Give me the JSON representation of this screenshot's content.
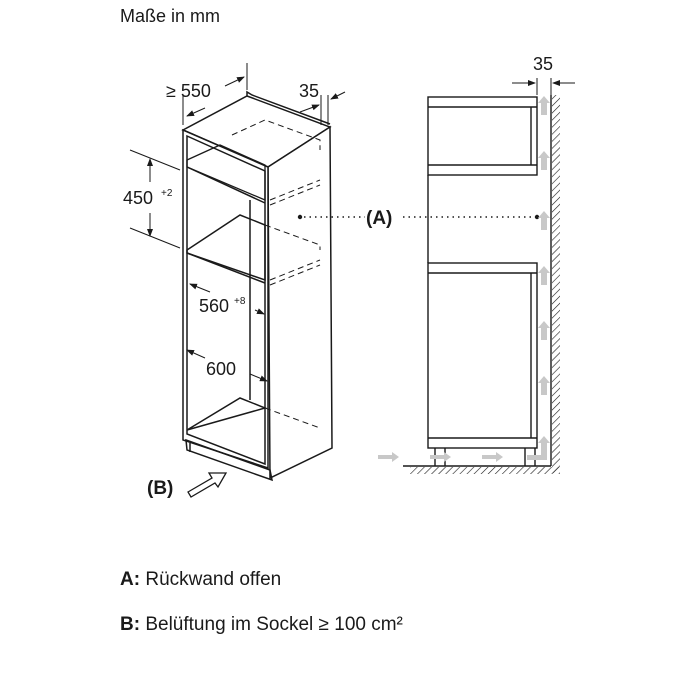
{
  "title": "Maße in mm",
  "dimensions": {
    "depth": "≥ 550",
    "gap_top": "35",
    "niche_height": "450",
    "niche_height_tol": "+2",
    "inner_width": "560",
    "inner_width_tol": "+8",
    "outer_width": "600",
    "gap_side": "35"
  },
  "markers": {
    "a": "(A)",
    "b": "(B)"
  },
  "legend": [
    {
      "key": "A:",
      "text": "Rückwand offen"
    },
    {
      "key": "B:",
      "text": "Belüftung im Sockel ≥ 100 cm²"
    }
  ],
  "colors": {
    "line": "#1a1a1a",
    "airflow": "#c8c8c8"
  }
}
